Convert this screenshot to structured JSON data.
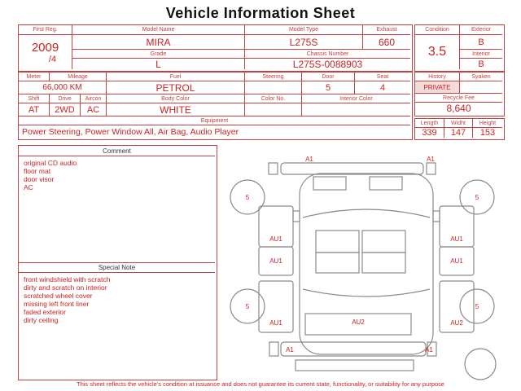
{
  "title": "Vehicle Information Sheet",
  "registration": {
    "first_reg_label": "First Reg.",
    "first_reg_year": "2009",
    "first_reg_month": "/4",
    "model_name_label": "Model Name",
    "model_name": "MIRA",
    "model_type_label": "Model Type",
    "model_type": "L275S",
    "exhaust_label": "Exhaust",
    "exhaust": "660",
    "grade_label": "Grade",
    "grade": "L",
    "chassis_number_label": "Chassis Number",
    "chassis_number": "L275S-0088903"
  },
  "grading": {
    "condition_label": "Condition",
    "condition": "3.5",
    "exterior_label": "Exterior",
    "exterior": "B",
    "interior_label": "Interior",
    "interior": "B"
  },
  "details": {
    "meter_label": "Meter",
    "mileage_label": "Mileage",
    "mileage": "66,000 KM",
    "fuel_label": "Fuel",
    "fuel": "PETROL",
    "steering_label": "Steering",
    "steering": "",
    "door_label": "Door",
    "door": "5",
    "seat_label": "Seat",
    "seat": "4",
    "shift_label": "Shift",
    "shift": "AT",
    "drive_label": "Drive",
    "drive": "2WD",
    "aircon_label": "Aircon",
    "aircon": "AC",
    "body_color_label": "Body Color",
    "body_color": "WHITE",
    "color_no_label": "Color No.",
    "color_no": "",
    "interior_color_label": "Interior Color",
    "interior_color": "",
    "equipment_label": "Equipment",
    "equipment": "Power Steering, Power Window  All, Air Bag, Audio Player"
  },
  "history_box": {
    "history_label": "History",
    "history": "PRIVATE",
    "syaken_label": "Syaken",
    "syaken": "",
    "recycle_fee_label": "Recycle Fee",
    "recycle_fee": "8,640"
  },
  "dimensions": {
    "length_label": "Length",
    "length": "339",
    "width_label": "Widht",
    "width": "147",
    "height_label": "Height",
    "height": "153"
  },
  "comment": {
    "header": "Comment",
    "lines": [
      "original CD audio",
      "floor mat",
      "door visor",
      "AC"
    ]
  },
  "special_note": {
    "header": "Special Note",
    "lines": [
      "front windshield with scratch",
      "dirty and scratch on interior",
      "scratched wheel cover",
      "missing left front liner",
      "faded exterior",
      "dirty ceiling"
    ]
  },
  "diagram": {
    "marks": {
      "front_bumper": "A1",
      "front_right_corner": "A1",
      "wheel_front_left": "5",
      "wheel_front_right": "5",
      "wheel_rear_left": "5",
      "wheel_rear_right": "5",
      "left_front_panel": "AU1",
      "left_front_door": "AU1",
      "left_rear_panel": "AU1",
      "right_front_panel": "AU1",
      "right_front_door": "AU1",
      "right_rear_panel": "AU2",
      "rear_panel": "AU2",
      "rear_bumper_left": "A1",
      "rear_bumper_right": "A1"
    }
  },
  "footer": "This sheet reflects the vehicle's condition at issuance and does not guarantee its current state, functionality, or suitability for any purpose",
  "colors": {
    "accent_red": "#c54040",
    "value_red": "#cc2222",
    "diagram_gray": "#8a8a8a"
  }
}
